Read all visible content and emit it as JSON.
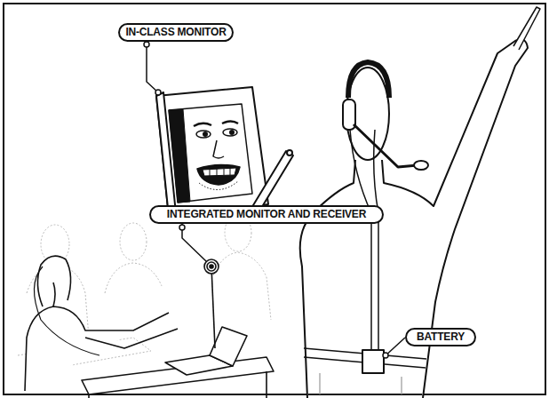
{
  "diagram": {
    "nodes": [
      {
        "text": [
          "IN-CLASS MONITOR"
        ]
      },
      {
        "text": [
          "INTEGRATED MONITOR AND RECEIVER"
        ]
      },
      {
        "text": [
          "BATTERY"
        ]
      }
    ]
  }
}
